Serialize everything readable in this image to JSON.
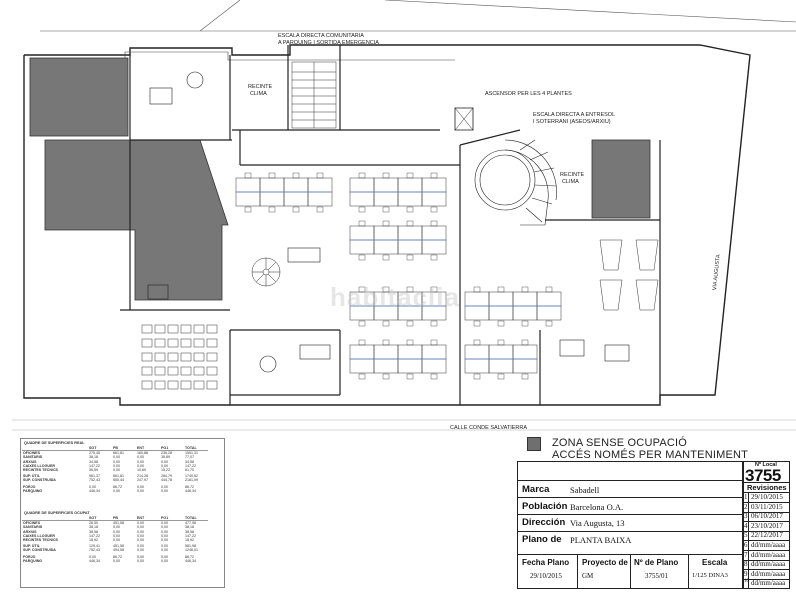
{
  "plan_labels": {
    "escala_directa": [
      "ESCALA DIRECTA COMUNITARIA",
      "A PARQUING I SORTIDA EMERGENCIA"
    ],
    "recinte_clima_left": [
      "RECINTE",
      "CLIMA"
    ],
    "ascensor": "ASCENSOR PER LES 4 PLANTES",
    "escala_entresol": [
      "ESCALA DIRECTA A ENTRESOL",
      "I SOTERRANI (ASEOS/ARXIU)"
    ],
    "recinte_clima_right": [
      "RECINTE",
      "CLIMA"
    ],
    "via_augusta": "VIA AUGUSTA",
    "calle": "CALLE   CONDE SALVATIERRA",
    "watermark": "habitaclia"
  },
  "legend": {
    "line1": "ZONA SENSE OCUPACIÓ",
    "line2": "ACCÉS NOMÉS PER MANTENIMENT",
    "color": "#6f6f6f"
  },
  "title_block": {
    "local_label": "Nº Local",
    "local_number": "3755",
    "revisions_label": "Revisiones",
    "marca_label": "Marca",
    "marca_value": "Sabadell",
    "poblacion_label": "Población",
    "poblacion_value": "Barcelona O.A.",
    "direccion_label": "Dirección",
    "direccion_value": "Via Augusta, 13",
    "plano_label": "Plano de",
    "plano_value": "PLANTA BAIXA",
    "fecha_label": "Fecha Plano",
    "fecha_value": "29/10/2015",
    "proyecto_label": "Proyecto de",
    "proyecto_value": "GM",
    "nplano_label": "Nº de Plano",
    "nplano_value": "3755/01",
    "escala_label": "Escala",
    "escala_value": "1/125 DINA3",
    "revisions": [
      {
        "n": "1",
        "date": "29/10/2015"
      },
      {
        "n": "2",
        "date": "03/11/2015"
      },
      {
        "n": "3",
        "date": "06/10/2017"
      },
      {
        "n": "4",
        "date": "23/10/2017"
      },
      {
        "n": "5",
        "date": "22/12/2017"
      },
      {
        "n": "6",
        "date": "dd/mm/aaaa"
      },
      {
        "n": "7",
        "date": "dd/mm/aaaa"
      },
      {
        "n": "8",
        "date": "dd/mm/aaaa"
      },
      {
        "n": "9",
        "date": "dd/mm/aaaa"
      },
      {
        "n": "10",
        "date": "dd/mm/aaaa"
      }
    ]
  },
  "table_real": {
    "title": "QUADRE DE SUPERFICIES REAL",
    "headers": [
      "",
      "SOT",
      "PB",
      "ENT",
      "PO1",
      "TOTAL"
    ],
    "rows": [
      [
        "OFICINES",
        "275,45",
        "661,81",
        "160,88",
        "236,28",
        "1551,31"
      ],
      [
        "SANITARIS",
        "38,18",
        "0,00",
        "0,00",
        "38,89",
        "77,07"
      ],
      [
        "ARXIUS",
        "34,58",
        "0,00",
        "0,00",
        "0,00",
        "34,58"
      ],
      [
        "CAIXES LLOGUER",
        "147,22",
        "0,00",
        "0,00",
        "0,00",
        "147,22"
      ],
      [
        "RECINTES TECNICS",
        "36,59",
        "0,00",
        "10,60",
        "15,22",
        "61,70"
      ],
      [
        "SUP. ÚTIL",
        "961,37",
        "661,81",
        "214,28",
        "284,79",
        "1740,62"
      ],
      [
        "SUP. CONSTRUIDA",
        "752,43",
        "650,44",
        "247,97",
        "444,78",
        "2181,09"
      ],
      [
        "FORJO",
        "0,00",
        "86,72",
        "0,00",
        "0,00",
        "86,72"
      ],
      [
        "PARQUING",
        "446,34",
        "0,00",
        "0,00",
        "0,00",
        "446,34"
      ]
    ]
  },
  "table_ocupat": {
    "title": "QUADRE DE SUPERFICIES OCUPAT",
    "headers": [
      "",
      "SOT",
      "PB",
      "ENT",
      "PO1",
      "TOTAL"
    ],
    "rows": [
      [
        "OFICINES",
        "26,50",
        "451,58",
        "0,00",
        "0,00",
        "477,98"
      ],
      [
        "SANITARIS",
        "38,18",
        "0,00",
        "0,00",
        "0,00",
        "38,18"
      ],
      [
        "ARXIUS",
        "38,58",
        "0,00",
        "0,00",
        "0,00",
        "38,58"
      ],
      [
        "CAIXES LLOGUER",
        "147,22",
        "0,00",
        "0,00",
        "0,00",
        "147,22"
      ],
      [
        "RECINTES TECNICS",
        "18,92",
        "0,00",
        "0,00",
        "0,00",
        "18,92"
      ],
      [
        "SUP. ÚTIL",
        "129,41",
        "451,58",
        "0,00",
        "0,00",
        "581,98"
      ],
      [
        "SUP. CONSTRUIDA",
        "752,43",
        "494,58",
        "0,00",
        "0,00",
        "1246,01"
      ],
      [
        "FORJO",
        "0,00",
        "86,72",
        "0,00",
        "0,00",
        "86,72"
      ],
      [
        "PARQUING",
        "446,34",
        "0,00",
        "0,00",
        "0,00",
        "446,34"
      ]
    ]
  }
}
